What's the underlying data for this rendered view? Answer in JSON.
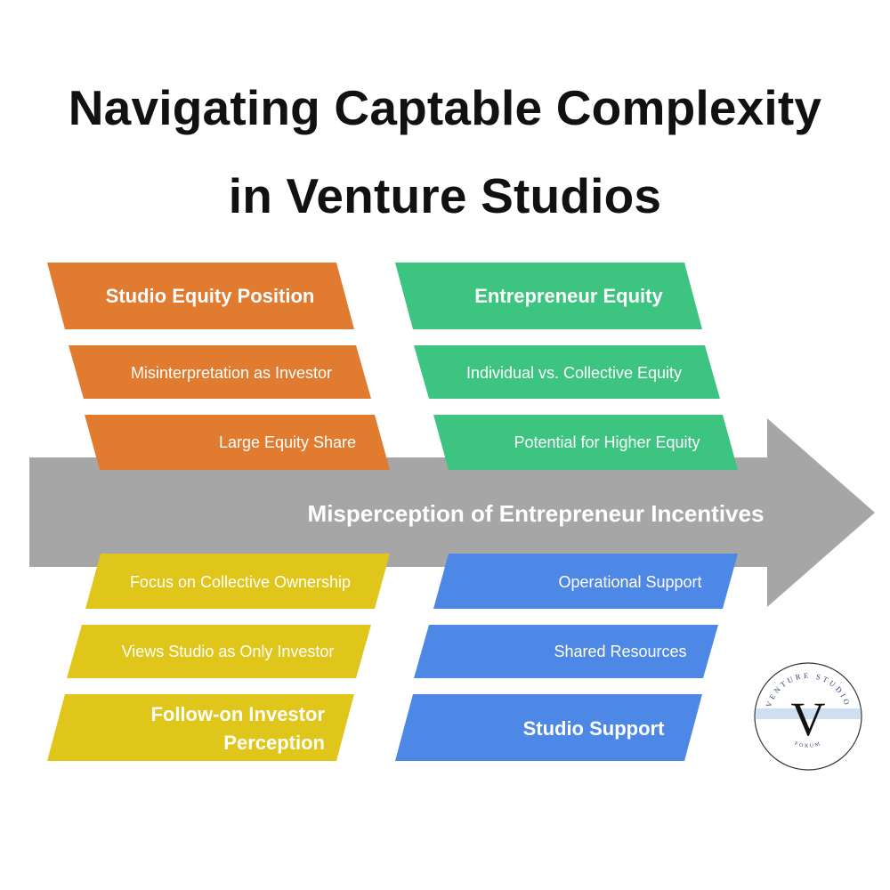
{
  "title": {
    "line1": "Navigating Captable Complexity",
    "line2": "in Venture Studios"
  },
  "spine": {
    "label": "Misperception of Entrepreneur Incentives",
    "color": "#a6a6a6"
  },
  "categories": {
    "studio_equity": {
      "heading": "Studio Equity Position",
      "items": [
        "Misinterpretation as Investor",
        "Large Equity Share"
      ],
      "color": "#e07b2f"
    },
    "entrepreneur_equity": {
      "heading": "Entrepreneur Equity",
      "items": [
        "Individual vs. Collective Equity",
        "Potential for Higher Equity"
      ],
      "color": "#3ec481"
    },
    "follow_on": {
      "heading_line1": "Follow-on Investor",
      "heading_line2": "Perception",
      "items": [
        "Focus on Collective Ownership",
        "Views Studio as Only Investor"
      ],
      "color": "#e0c61a"
    },
    "studio_support": {
      "heading": "Studio Support",
      "items": [
        "Operational Support",
        "Shared Resources"
      ],
      "color": "#4e88e6"
    }
  },
  "logo": {
    "top_text": "VENTURE STUDIO",
    "letter": "V",
    "bottom_text": "FORUM"
  }
}
